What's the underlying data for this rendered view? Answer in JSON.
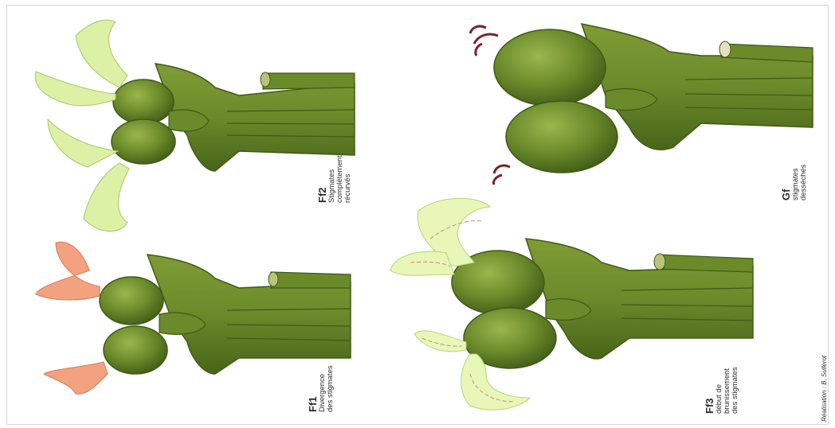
{
  "colors": {
    "body": "#6b8a2a",
    "body_dark": "#3f5a17",
    "body_light": "#93ad45",
    "stigma_green": "#dcf0a6",
    "stigma_orange": "#f2a27e",
    "stigma_dry": "#7a2323",
    "tip": "#e3e0bf"
  },
  "panels": {
    "ff2": {
      "code": "Ff2",
      "lines": [
        "Stigmates",
        "complètement",
        "récurvés"
      ]
    },
    "ff1": {
      "code": "Ff1",
      "lines": [
        "Divergence",
        "des stigmates"
      ]
    },
    "gf": {
      "code": "Gf",
      "lines": [
        "stigmates",
        "desséchés"
      ]
    },
    "ff3": {
      "code": "Ff3",
      "lines": [
        "début de",
        "brunissement",
        "des stigmates"
      ]
    }
  },
  "credit": "Réalisation : B. Sullerot"
}
